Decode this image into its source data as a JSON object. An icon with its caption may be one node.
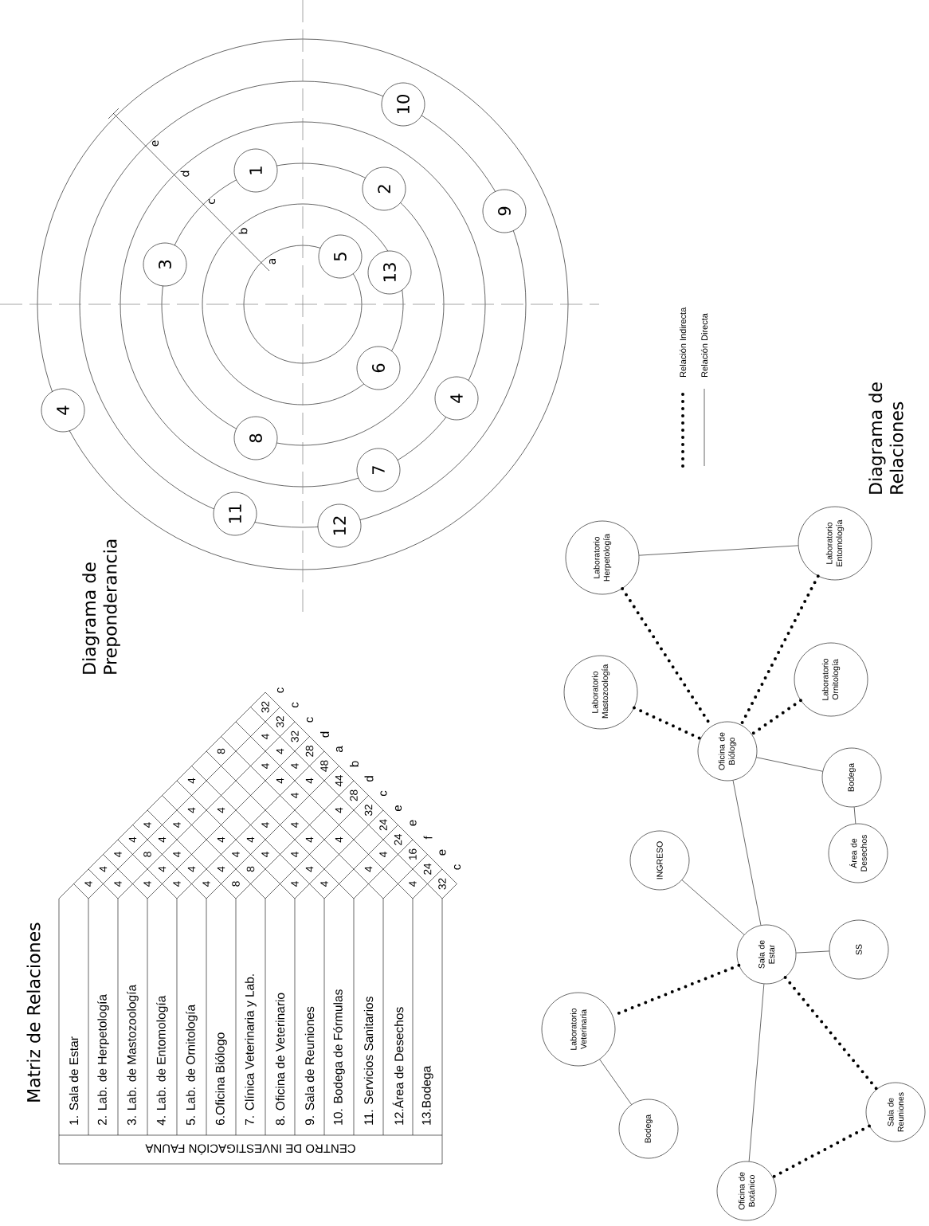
{
  "diagram": {
    "nodes": [
      {
        "text": [
          "1"
        ]
      },
      {
        "text": [
          "2"
        ]
      },
      {
        "text": [
          "3"
        ]
      },
      {
        "text": [
          "4"
        ]
      },
      {
        "text": [
          "4"
        ]
      },
      {
        "text": [
          "5"
        ]
      },
      {
        "text": [
          "6"
        ]
      },
      {
        "text": [
          "7"
        ]
      },
      {
        "text": [
          "8"
        ]
      },
      {
        "text": [
          "9"
        ]
      },
      {
        "text": [
          "10"
        ]
      },
      {
        "text": [
          "11"
        ]
      },
      {
        "text": [
          "12"
        ]
      },
      {
        "text": [
          "13"
        ]
      },
      {
        "text": [
          "Laboratorio Herpetología"
        ]
      },
      {
        "text": [
          "Laboratorio Entomología"
        ]
      },
      {
        "text": [
          "Laboratorio Mastozoología"
        ]
      },
      {
        "text": [
          "Laboratorio Ornitología"
        ]
      },
      {
        "text": [
          "Oficina de Biólogo"
        ]
      },
      {
        "text": [
          "Bodega"
        ]
      },
      {
        "text": [
          "INGRESO"
        ]
      },
      {
        "text": [
          "Área de Desechos"
        ]
      },
      {
        "text": [
          "Sala de Estar"
        ]
      },
      {
        "text": [
          "SS"
        ]
      },
      {
        "text": [
          "Laboratorio Veterinaria"
        ]
      },
      {
        "text": [
          "Bodega"
        ]
      },
      {
        "text": [
          "Sala de Reuniones"
        ]
      },
      {
        "text": [
          "Oficina de Botánico"
        ]
      }
    ],
    "edges": [
      {
        "from": 14,
        "to": 15,
        "arrow": "none"
      },
      {
        "from": 14,
        "to": 18,
        "arrow": "none",
        "style": "dashed"
      },
      {
        "from": 15,
        "to": 18,
        "arrow": "none",
        "style": "dashed"
      },
      {
        "from": 16,
        "to": 18,
        "arrow": "none",
        "style": "dashed"
      },
      {
        "from": 17,
        "to": 18,
        "arrow": "none",
        "style": "dashed"
      },
      {
        "from": 18,
        "to": 19,
        "arrow": "none"
      },
      {
        "from": 19,
        "to": 21,
        "arrow": "none"
      },
      {
        "from": 18,
        "to": 22,
        "arrow": "none"
      },
      {
        "from": 20,
        "to": 22,
        "arrow": "none"
      },
      {
        "from": 22,
        "to": 23,
        "arrow": "none"
      },
      {
        "from": 22,
        "to": 24,
        "arrow": "none",
        "style": "dashed"
      },
      {
        "from": 24,
        "to": 25,
        "arrow": "none"
      },
      {
        "from": 22,
        "to": 26,
        "arrow": "none",
        "style": "dashed"
      },
      {
        "from": 22,
        "to": 27,
        "arrow": "none"
      },
      {
        "from": 26,
        "to": 27,
        "arrow": "none",
        "style": "dashed"
      }
    ],
    "labels": [
      "Matriz de Relaciones",
      "1. Sala de Estar",
      "2. Lab. de Herpetología",
      "3. Lab. de Mastozoología",
      "4. Lab. de Entomología",
      "5. Lab. de Ornitología",
      "6.Oficina Biólogo",
      "7. Clínica Veterinaria y Lab.",
      "8. Oficina de Veterinario",
      "9. Sala de Reuniones",
      "10. Bodega de Fórmulas",
      "11. Servicios Sanitarios",
      "12.Área de Desechos",
      "13.Bodega",
      "CENTRO DE INVESTIGACIÓN FAUNA",
      "4",
      "4",
      "4",
      "4",
      "4",
      "4",
      "8",
      "32",
      "c",
      "4",
      "8",
      "4",
      "4",
      "4",
      "4",
      "32",
      "c",
      "4",
      "4",
      "4",
      "4",
      "4",
      "4",
      "32",
      "c",
      "4",
      "4",
      "4",
      "4",
      "4",
      "28",
      "d",
      "4",
      "4",
      "4",
      "4",
      "4",
      "4",
      "4",
      "48",
      "a",
      "8",
      "8",
      "4",
      "4",
      "44",
      "b",
      "4",
      "4",
      "4",
      "28",
      "d",
      "4",
      "4",
      "4",
      "32",
      "c",
      "4",
      "24",
      "e",
      "4",
      "4",
      "24",
      "e",
      "16",
      "f",
      "4",
      "24",
      "e",
      "32",
      "c",
      "Diagrama de Preponderancia",
      "a",
      "b",
      "c",
      "d",
      "e",
      "Diagrama de Relaciones"
    ],
    "legend": [
      {
        "text": "Relación Indirecta"
      },
      {
        "text": "Relación Directa"
      }
    ]
  }
}
